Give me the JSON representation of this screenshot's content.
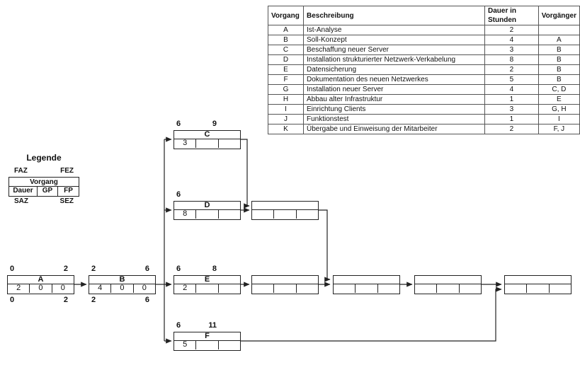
{
  "table": {
    "headers": [
      "Vorgang",
      "Beschreibung",
      "Dauer in Stunden",
      "Vorgänger"
    ],
    "rows": [
      {
        "vorgang": "A",
        "beschreibung": "Ist-Analyse",
        "dauer": "2",
        "vorgaenger": ""
      },
      {
        "vorgang": "B",
        "beschreibung": "Soll-Konzept",
        "dauer": "4",
        "vorgaenger": "A"
      },
      {
        "vorgang": "C",
        "beschreibung": "Beschaffung neuer Server",
        "dauer": "3",
        "vorgaenger": "B"
      },
      {
        "vorgang": "D",
        "beschreibung": "Installation strukturierter Netzwerk-Verkabelung",
        "dauer": "8",
        "vorgaenger": "B"
      },
      {
        "vorgang": "E",
        "beschreibung": "Datensicherung",
        "dauer": "2",
        "vorgaenger": "B"
      },
      {
        "vorgang": "F",
        "beschreibung": "Dokumentation des neuen Netzwerkes",
        "dauer": "5",
        "vorgaenger": "B"
      },
      {
        "vorgang": "G",
        "beschreibung": "Installation neuer Server",
        "dauer": "4",
        "vorgaenger": "C, D"
      },
      {
        "vorgang": "H",
        "beschreibung": "Abbau alter Infrastruktur",
        "dauer": "1",
        "vorgaenger": "E"
      },
      {
        "vorgang": "I",
        "beschreibung": "Einrichtung Clients",
        "dauer": "3",
        "vorgaenger": "G, H"
      },
      {
        "vorgang": "J",
        "beschreibung": "Funktionstest",
        "dauer": "1",
        "vorgaenger": "I"
      },
      {
        "vorgang": "K",
        "beschreibung": "Übergabe und Einweisung der Mitarbeiter",
        "dauer": "2",
        "vorgaenger": "F, J"
      }
    ]
  },
  "legend": {
    "title": "Legende",
    "faz": "FAZ",
    "fez": "FEZ",
    "vorgang": "Vorgang",
    "dauer": "Dauer",
    "gp": "GP",
    "fp": "FP",
    "saz": "SAZ",
    "sez": "SEZ"
  },
  "nodes": {
    "A": {
      "faz": "0",
      "fez": "2",
      "name": "A",
      "dauer": "2",
      "gp": "0",
      "fp": "0",
      "saz": "0",
      "sez": "2"
    },
    "B": {
      "faz": "2",
      "fez": "6",
      "name": "B",
      "dauer": "4",
      "gp": "0",
      "fp": "0",
      "saz": "2",
      "sez": "6"
    },
    "C": {
      "faz": "6",
      "fez": "9",
      "name": "C",
      "dauer": "3",
      "gp": "",
      "fp": "",
      "saz": "",
      "sez": ""
    },
    "D": {
      "faz": "6",
      "fez": "",
      "name": "D",
      "dauer": "8",
      "gp": "",
      "fp": "",
      "saz": "",
      "sez": ""
    },
    "E": {
      "faz": "6",
      "fez": "8",
      "name": "E",
      "dauer": "2",
      "gp": "",
      "fp": "",
      "saz": "",
      "sez": ""
    },
    "F": {
      "faz": "6",
      "fez": "11",
      "name": "F",
      "dauer": "5",
      "gp": "",
      "fp": "",
      "saz": "",
      "sez": ""
    }
  }
}
